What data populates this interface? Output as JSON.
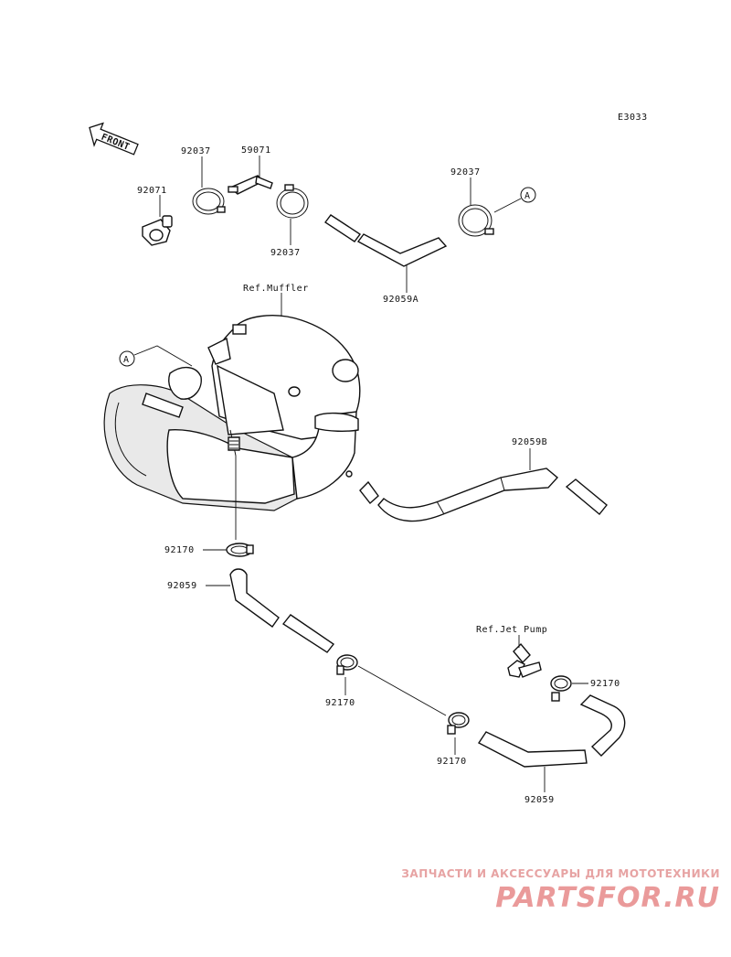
{
  "diagram_code": "E3033",
  "front_label": "FRONT",
  "callout_letter": "A",
  "refs": {
    "muffler": "Ref.Muffler",
    "jet_pump": "Ref.Jet Pump"
  },
  "parts": {
    "p92071": "92071",
    "p92037_top": "92037",
    "p59071": "59071",
    "p92037_mid": "92037",
    "p92037_right": "92037",
    "p92059a": "92059A",
    "p92059b": "92059B",
    "p92170_left": "92170",
    "p92059_left": "92059",
    "p92170_mid": "92170",
    "p92170_bottom": "92170",
    "p92170_right": "92170",
    "p92059_bottom": "92059"
  },
  "watermark": {
    "tagline": "ЗАПЧАСТИ И АКСЕССУАРЫ ДЛЯ МОТОТЕХНИКИ",
    "logo": "PARTSFOR.RU"
  }
}
